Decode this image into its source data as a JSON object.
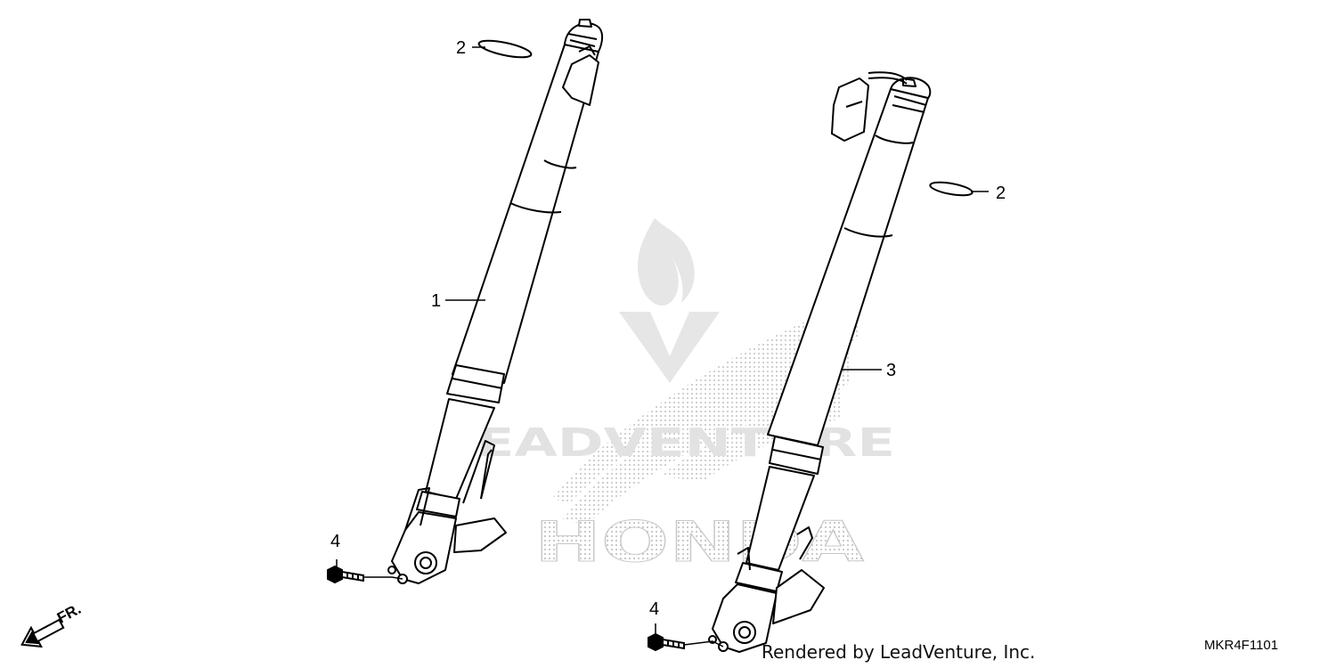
{
  "diagram": {
    "callouts": [
      {
        "id": "c1",
        "label": "1"
      },
      {
        "id": "c2a",
        "label": "2"
      },
      {
        "id": "c2b",
        "label": "2"
      },
      {
        "id": "c3",
        "label": "3"
      },
      {
        "id": "c4a",
        "label": "4"
      },
      {
        "id": "c4b",
        "label": "4"
      }
    ],
    "direction_marker": "FR.",
    "watermark": {
      "brand": "HONDA",
      "dealer": "LEADVENTURE"
    },
    "footer": {
      "rendered_by": "Rendered by LeadVenture, Inc.",
      "diagram_code": "MKR4F1101"
    },
    "colors": {
      "line": "#000000",
      "watermark": "#c8c8c8"
    }
  }
}
